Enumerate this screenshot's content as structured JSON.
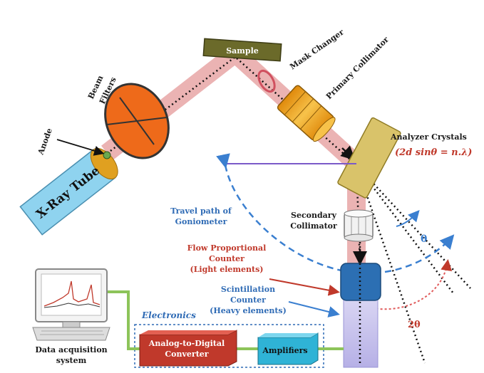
{
  "labels": {
    "sample": "Sample",
    "mask_changer": "Mask Changer",
    "primary_collimator": "Primary Collimator",
    "beam_filters_line1": "Beam",
    "beam_filters_line2": "Filters",
    "anode": "Anode",
    "xray_tube": "X-Ray Tube",
    "analyzer_crystals": "Analyzer Crystals",
    "bragg_equation": "(2d sinθ = n.λ)",
    "travel_path_line1": "Travel path of",
    "travel_path_line2": "Goniometer",
    "secondary_collimator_line1": "Secondary",
    "secondary_collimator_line2": "Collimator",
    "theta": "θ",
    "two_theta": "2θ",
    "flow_counter_line1": "Flow Proportional",
    "flow_counter_line2": "Counter",
    "flow_counter_line3": "(Light elements)",
    "scint_counter_line1": "Scintillation",
    "scint_counter_line2": "Counter",
    "scint_counter_line3": "(Heavy elements)",
    "electronics": "Electronics",
    "adc_line1": "Analog-to-Digital",
    "adc_line2": "Converter",
    "amplifiers": "Amplifiers",
    "daq_line1": "Data acquisition",
    "daq_line2": "system"
  },
  "colors": {
    "beam": "#e8a6a6",
    "tube": "#8fd3ef",
    "filter": "#ee6a1a",
    "collimator": "#f0a51c",
    "crystal": "#d9c36a",
    "goniometer": "#3a7fd0",
    "wire": "#8dc45a",
    "adc": "#c0392b",
    "amplifier": "#2fb3d6",
    "counter": "#2c6fb3",
    "detector_tube": "#c9c4ee"
  }
}
